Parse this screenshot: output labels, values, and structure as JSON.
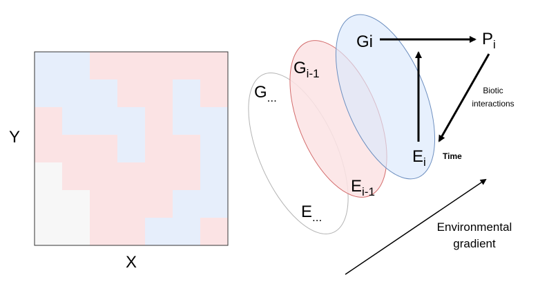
{
  "colors": {
    "blue_fill": "#e6eefb",
    "red_fill": "#fbe3e4",
    "grey_fill": "#f7f7f7",
    "blue_stroke": "#6c8ebf",
    "red_stroke": "#d36b6b",
    "grey_stroke": "#b3b3b3"
  },
  "grid": {
    "rows": [
      [
        "blue",
        "blue",
        "red",
        "red",
        "red",
        "red",
        "red"
      ],
      [
        "blue",
        "blue",
        "blue",
        "red",
        "red",
        "blue",
        "red"
      ],
      [
        "red",
        "blue",
        "blue",
        "blue",
        "red",
        "blue",
        "blue"
      ],
      [
        "red",
        "red",
        "red",
        "blue",
        "red",
        "red",
        "blue"
      ],
      [
        "grey",
        "red",
        "red",
        "red",
        "red",
        "red",
        "blue"
      ],
      [
        "grey",
        "grey",
        "red",
        "red",
        "red",
        "blue",
        "blue"
      ],
      [
        "grey",
        "grey",
        "red",
        "red",
        "blue",
        "blue",
        "red"
      ]
    ],
    "x_label": "X",
    "y_label": "Y"
  },
  "layers": {
    "back": {
      "g": "G",
      "g_sub": "...",
      "e": "E",
      "e_sub": "..."
    },
    "middle": {
      "g": "G",
      "g_sub": "i-1",
      "e": "E",
      "e_sub": "i-1"
    },
    "front": {
      "g": "Gi",
      "e": "E",
      "e_sub": "i"
    }
  },
  "nodes": {
    "p": "P",
    "p_sub": "i"
  },
  "annotations": {
    "biotic_line1": "Biotic",
    "biotic_line2": "interactions",
    "time": "Time",
    "gradient_line1": "Environmental",
    "gradient_line2": "gradient"
  }
}
